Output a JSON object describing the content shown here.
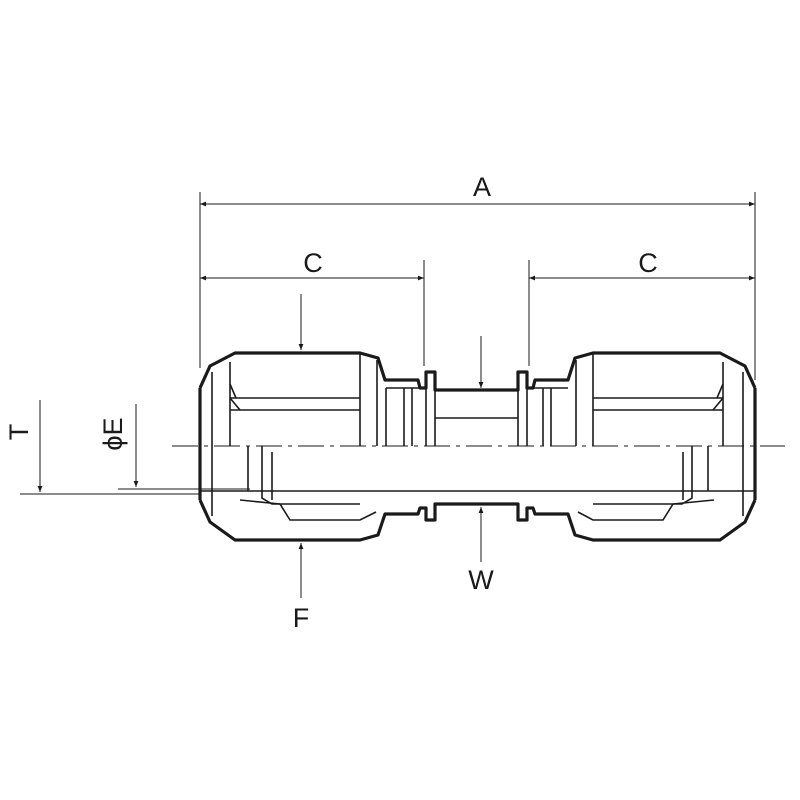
{
  "labels": {
    "overall_length": "A",
    "end_length_left": "C",
    "end_length_right": "C",
    "thickness": "T",
    "bore_diameter": "ϕE",
    "outer_dimension": "F",
    "waist": "W"
  },
  "colors": {
    "line": "#1a1a1a",
    "background": "#ffffff"
  }
}
